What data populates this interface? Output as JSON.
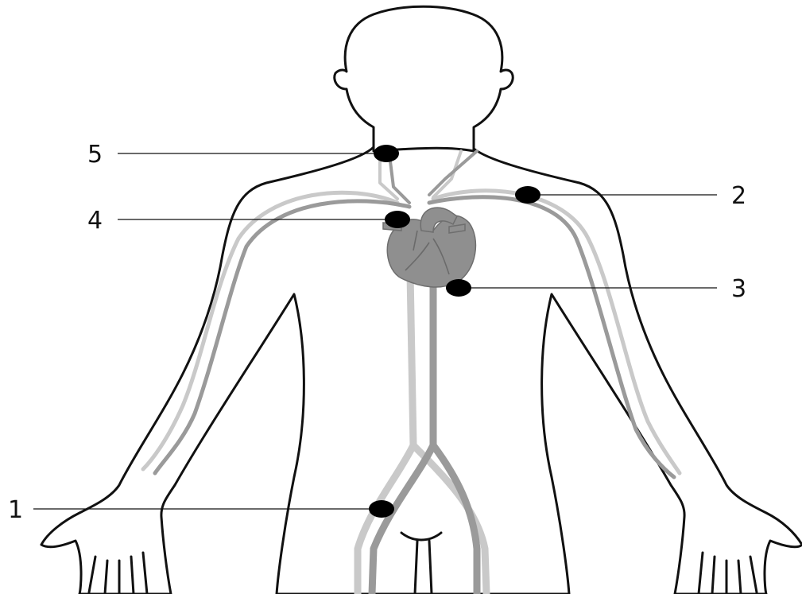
{
  "colors": {
    "outline": "#111111",
    "artery": "#9a9a9a",
    "vein": "#c9c9c9",
    "heart": "#8f8f8f",
    "marker": "#000000"
  },
  "labels": [
    {
      "id": "1",
      "text": "1"
    },
    {
      "id": "2",
      "text": "2"
    },
    {
      "id": "3",
      "text": "3"
    },
    {
      "id": "4",
      "text": "4"
    },
    {
      "id": "5",
      "text": "5"
    }
  ]
}
